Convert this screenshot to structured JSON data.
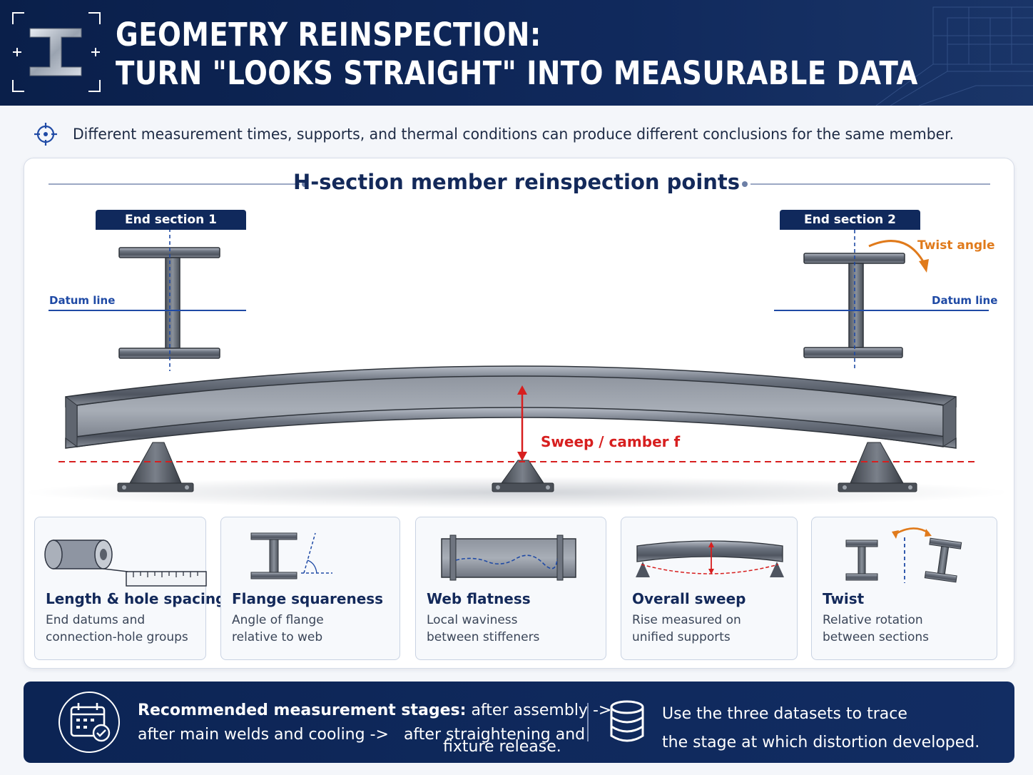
{
  "header": {
    "title_line1": "GEOMETRY REINSPECTION:",
    "title_line2": "TURN \"LOOKS STRAIGHT\" INTO MEASURABLE DATA"
  },
  "subtitle": "Different measurement times, supports, and thermal conditions can produce different conclusions for the same member.",
  "diagram": {
    "title": "H-section member reinspection points",
    "end_section_1": "End section 1",
    "end_section_2": "End section 2",
    "datum_line_left": "Datum line",
    "datum_line_right": "Datum line",
    "twist_angle": "Twist angle",
    "sweep_label": "Sweep / camber f"
  },
  "checks": [
    {
      "title": "Length & hole spacing",
      "desc": "End datums and\nconnection-hole groups",
      "icon": "tape-measure-icon"
    },
    {
      "title": "Flange squareness",
      "desc": "Angle of flange\nrelative to web",
      "icon": "flange-angle-icon"
    },
    {
      "title": "Web flatness",
      "desc": "Local waviness\nbetween stiffeners",
      "icon": "web-waviness-icon"
    },
    {
      "title": "Overall sweep",
      "desc": "Rise measured on\nunified supports",
      "icon": "beam-sweep-icon"
    },
    {
      "title": "Twist",
      "desc": "Relative rotation\nbetween sections",
      "icon": "twist-rotation-icon"
    }
  ],
  "footer": {
    "stages_heading": "Recommended measurement stages:",
    "stage_1": " after assembly ->",
    "stage_2": "after main welds and cooling ->",
    "stage_3": "after straightening and",
    "stage_3b": "fixture release.",
    "right_line1": "Use the three datasets to trace",
    "right_line2": "the stage at which distortion developed."
  },
  "colors": {
    "navy": "#10295c",
    "datum_blue": "#1f4aa5",
    "sweep_red": "#d71f1f",
    "twist_orange": "#e07a1b"
  }
}
